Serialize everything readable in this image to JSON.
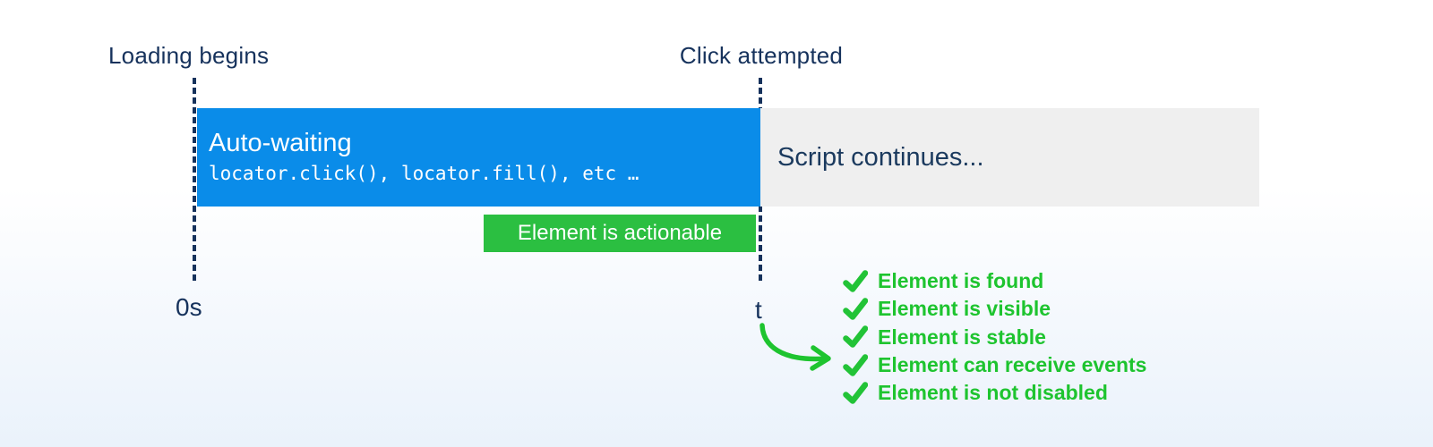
{
  "markers": {
    "start": {
      "label": "Loading begins",
      "time_label": "0s"
    },
    "end": {
      "label": "Click attempted",
      "time_label": "t"
    }
  },
  "timeline": {
    "auto_waiting": {
      "title": "Auto-waiting",
      "code": "locator.click(), locator.fill(), etc …"
    },
    "script_continues": {
      "label": "Script continues..."
    }
  },
  "badge": {
    "label": "Element is actionable"
  },
  "checklist": {
    "items": [
      "Element is found",
      "Element is visible",
      "Element is stable",
      "Element can receive events",
      "Element is not disabled"
    ]
  },
  "colors": {
    "auto_waiting_bar": "#0a8ce9",
    "script_bar": "#efefef",
    "navy_text": "#16325c",
    "badge_green": "#2bbf41",
    "checklist_green": "#1ec42f"
  }
}
